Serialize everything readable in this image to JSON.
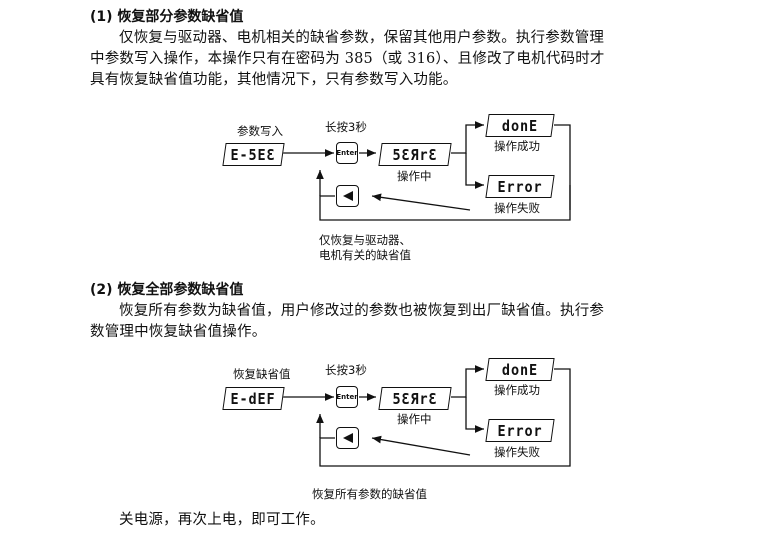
{
  "section1": {
    "heading": "(1) 恢复部分参数缺省值",
    "line1": "仅恢复与驱动器、电机相关的缺省参数，保留其他用户参数。执行参数管理",
    "line2": "中参数写入操作，本操作只有在密码为 385（或 316）、且修改了电机代码时才",
    "line3": "具有恢复缺省值功能，其他情况下，只有参数写入功能。",
    "diagram": {
      "top_label": "参数写入",
      "press_label": "长按3秒",
      "key_label": "Enter",
      "mode_display": "E-5EƐ",
      "start_display": "5ƐЯrƐ",
      "running_label": "操作中",
      "done_display": "donE",
      "done_label": "操作成功",
      "error_display": "Error",
      "error_label": "操作失败",
      "caption_line1": "仅恢复与驱动器、",
      "caption_line2": "电机有关的缺省值"
    }
  },
  "section2": {
    "heading": "(2) 恢复全部参数缺省值",
    "line1": "恢复所有参数为缺省值，用户修改过的参数也被恢复到出厂缺省值。执行参",
    "line2": "数管理中恢复缺省值操作。",
    "diagram": {
      "top_label": "恢复缺省值",
      "press_label": "长按3秒",
      "key_label": "Enter",
      "mode_display": "E-dEF",
      "start_display": "5ƐЯrƐ",
      "running_label": "操作中",
      "done_display": "donE",
      "done_label": "操作成功",
      "error_display": "Error",
      "error_label": "操作失败",
      "caption": "恢复所有参数的缺省值"
    }
  },
  "footer": {
    "text": "关电源，再次上电，即可工作。"
  },
  "icons": {
    "back_button": "left-triangle-icon"
  }
}
